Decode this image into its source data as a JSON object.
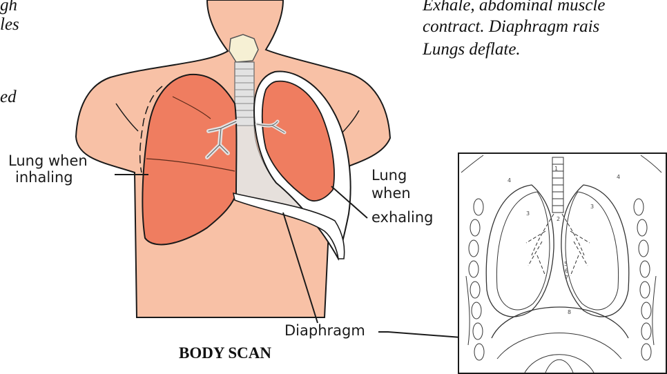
{
  "left_text": {
    "line1": "gh",
    "line2": "les",
    "line3": "ed"
  },
  "right_text": {
    "line1": "Exhale, abdominal muscle",
    "line2": "contract. Diaphragm rais",
    "line3": "Lungs deflate."
  },
  "labels": {
    "inhaling_line1": "Lung when",
    "inhaling_line2": "inhaling",
    "exhaling_line1": "Lung",
    "exhaling_line2": "when",
    "exhaling_line3": "exhaling",
    "diaphragm": "Diaphragm"
  },
  "caption": "BODY SCAN",
  "scan_numbers": [
    "1",
    "2",
    "3",
    "3",
    "4",
    "4",
    "5",
    "6",
    "7",
    "8"
  ],
  "colors": {
    "skin": "#f8c1a6",
    "lung": "#ef7d60",
    "airway": "#e2e2e2",
    "outline": "#1a1a1a"
  }
}
